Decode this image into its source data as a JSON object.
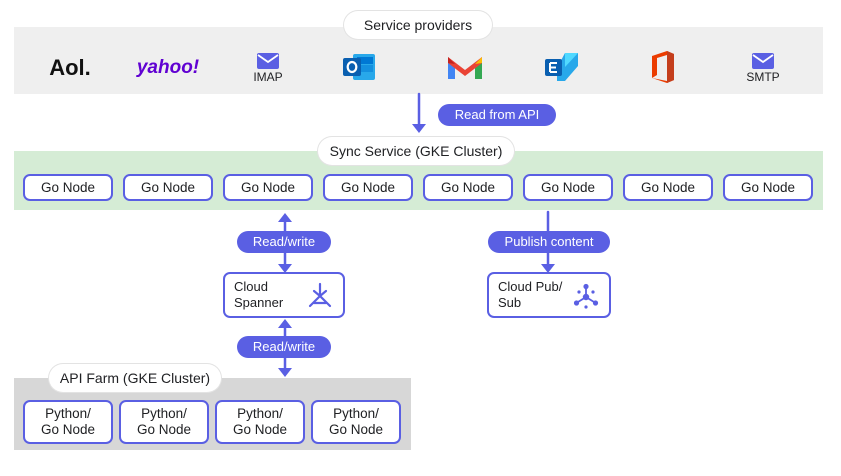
{
  "providers": {
    "title": "Service providers",
    "aol": "Aol.",
    "yahoo": "yahoo!",
    "imap": "IMAP",
    "smtp": "SMTP"
  },
  "arrows": {
    "read_from_api": "Read from API",
    "read_write_top": "Read/write",
    "publish_content": "Publish content",
    "read_write_bottom": "Read/write"
  },
  "sync_service": {
    "title": "Sync Service (GKE Cluster)",
    "nodes": [
      "Go Node",
      "Go Node",
      "Go Node",
      "Go Node",
      "Go Node",
      "Go Node",
      "Go Node",
      "Go Node"
    ]
  },
  "cloud_spanner": {
    "label": "Cloud\nSpanner"
  },
  "cloud_pubsub": {
    "label": "Cloud Pub/\nSub"
  },
  "api_farm": {
    "title": "API Farm (GKE Cluster)",
    "nodes": [
      "Python/\nGo Node",
      "Python/\nGo Node",
      "Python/\nGo Node",
      "Python/\nGo Node"
    ]
  },
  "colors": {
    "accent": "#5a5fe3",
    "sync_band": "#d5ecd5",
    "provider_band": "#efefef",
    "api_band": "#d7d7d7"
  }
}
